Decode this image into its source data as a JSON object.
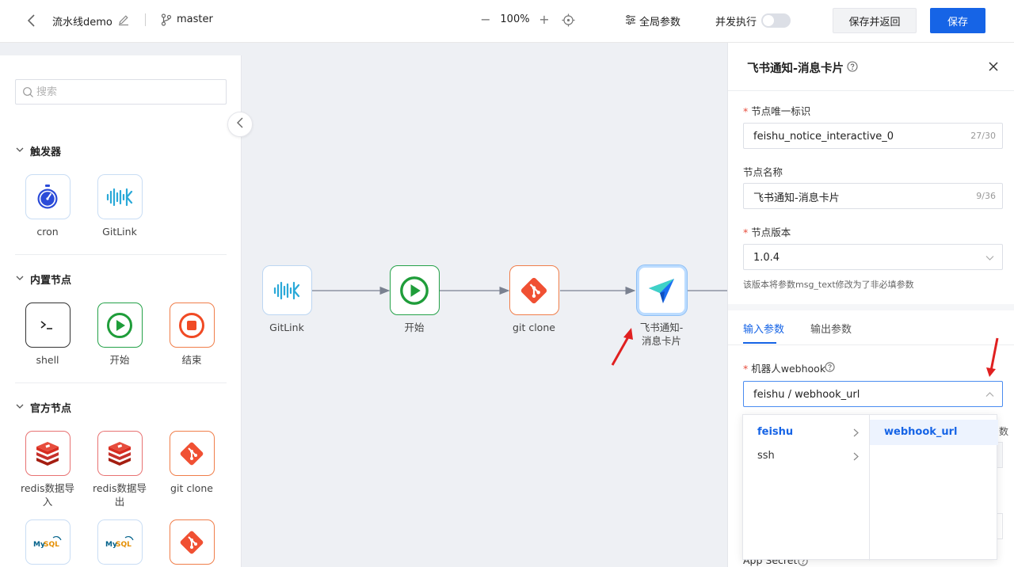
{
  "header": {
    "pipeline_name": "流水线demo",
    "branch": "master",
    "zoom": "100%",
    "global_params": "全局参数",
    "concurrent_label": "并发执行",
    "concurrent_on": false,
    "save_return": "保存并返回",
    "save": "保存"
  },
  "sidebar": {
    "search_placeholder": "搜索",
    "groups": [
      {
        "title": "触发器",
        "items": [
          {
            "label": "cron",
            "icon": "timer-icon"
          },
          {
            "label": "GitLink",
            "icon": "gitlink-icon"
          }
        ]
      },
      {
        "title": "内置节点",
        "items": [
          {
            "label": "shell",
            "icon": "terminal-icon"
          },
          {
            "label": "开始",
            "icon": "play-icon"
          },
          {
            "label": "结束",
            "icon": "stop-icon"
          }
        ]
      },
      {
        "title": "官方节点",
        "items": [
          {
            "label": "redis数据导入",
            "icon": "redis-icon"
          },
          {
            "label": "redis数据导出",
            "icon": "redis-icon"
          },
          {
            "label": "git clone",
            "icon": "git-icon"
          },
          {
            "label": "",
            "icon": "mysql-icon"
          },
          {
            "label": "",
            "icon": "mysql-icon"
          },
          {
            "label": "",
            "icon": "git-icon"
          }
        ]
      }
    ]
  },
  "canvas": {
    "nodes": [
      {
        "label": "GitLink",
        "icon": "gitlink-icon"
      },
      {
        "label": "开始",
        "icon": "play-icon"
      },
      {
        "label": "git clone",
        "icon": "git-icon"
      },
      {
        "label": "飞书通知-消息卡片",
        "icon": "feishu-icon",
        "selected": true
      }
    ]
  },
  "panel": {
    "title": "飞书通知-消息卡片",
    "node_id_label": "节点唯一标识",
    "node_id_value": "feishu_notice_interactive_0",
    "node_id_count": "27/30",
    "node_name_label": "节点名称",
    "node_name_value": "飞书通知-消息卡片",
    "node_name_count": "9/36",
    "version_label": "节点版本",
    "version_value": "1.0.4",
    "version_hint": "该版本将参数msg_text修改为了非必填参数",
    "tabs": [
      "输入参数",
      "输出参数"
    ],
    "webhook_label": "机器人webhook",
    "webhook_value": "feishu / webhook_url",
    "partial_label": "App Secret",
    "partial_clipped_char": "数"
  },
  "cascader": {
    "col1": [
      {
        "label": "feishu",
        "selected": true
      },
      {
        "label": "ssh",
        "selected": false
      }
    ],
    "col2": [
      {
        "label": "webhook_url",
        "selected": true
      }
    ]
  },
  "colors": {
    "primary": "#1664e6",
    "required": "#e74c3c",
    "annotation_arrow": "#e02020"
  }
}
